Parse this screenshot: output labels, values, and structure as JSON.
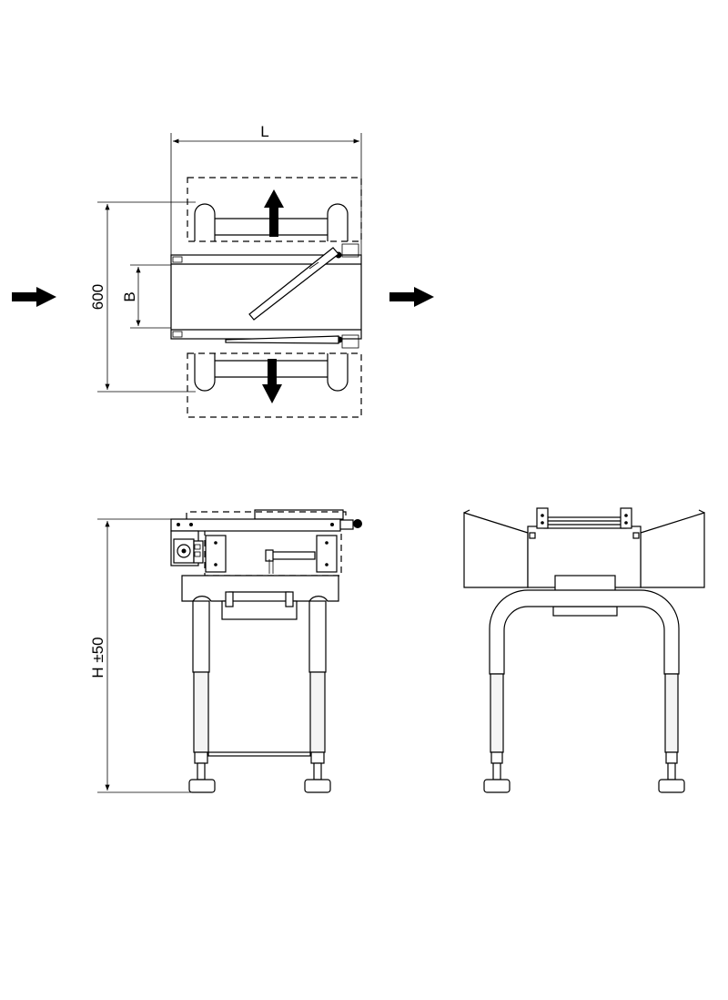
{
  "dimensions": {
    "length": "L",
    "height": "600",
    "belt_width": "B",
    "total_height": "H ±50"
  },
  "icons": {
    "flow_arrow": "right-arrow-icon",
    "reject_arrow_up": "up-arrow-icon",
    "reject_arrow_down": "down-arrow-icon"
  }
}
